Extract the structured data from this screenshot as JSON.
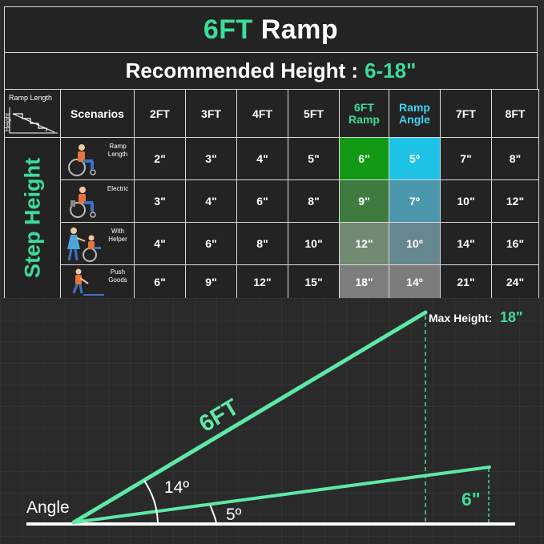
{
  "title": {
    "accent": "6FT",
    "rest": "Ramp"
  },
  "subtitle": {
    "label": "Recommended Height :",
    "value": "6-18\""
  },
  "corner": {
    "top": "Ramp Length",
    "side": "Height"
  },
  "step_label": "Step Height",
  "headers": {
    "scenarios": "Scenarios",
    "c2": "2FT",
    "c3": "3FT",
    "c4": "4FT",
    "c5": "5FT",
    "c6_line1": "6FT",
    "c6_line2": "Ramp",
    "ca_line1": "Ramp",
    "ca_line2": "Angle",
    "c7": "7FT",
    "c8": "8FT"
  },
  "rows": [
    {
      "icon": "wheelchair-user-icon",
      "label1": "Ramp",
      "label2": "Length",
      "v2": "2\"",
      "v3": "3\"",
      "v4": "4\"",
      "v5": "5\"",
      "v6": "6\"",
      "angle": "5º",
      "v7": "7\"",
      "v8": "8\""
    },
    {
      "icon": "electric-wheelchair-icon",
      "label1": "Electric",
      "label2": "",
      "v2": "3\"",
      "v3": "4\"",
      "v4": "6\"",
      "v5": "8\"",
      "v6": "9\"",
      "angle": "7º",
      "v7": "10\"",
      "v8": "12\""
    },
    {
      "icon": "wheelchair-with-helper-icon",
      "label1": "With",
      "label2": "Helper",
      "v2": "4\"",
      "v3": "6\"",
      "v4": "8\"",
      "v5": "10\"",
      "v6": "12\"",
      "angle": "10º",
      "v7": "14\"",
      "v8": "16\""
    },
    {
      "icon": "push-goods-icon",
      "label1": "Push",
      "label2": "Goods",
      "v2": "6\"",
      "v3": "9\"",
      "v4": "12\"",
      "v5": "15\"",
      "v6": "18\"",
      "angle": "14º",
      "v7": "21\"",
      "v8": "24\""
    }
  ],
  "diagram": {
    "ramp_label": "6FT",
    "angle_label": "Angle",
    "angle_high": "14º",
    "angle_low": "5º",
    "max_label": "Max Height:",
    "max_value": "18\"",
    "min_value": "6\""
  },
  "colors": {
    "accent_green": "#3ddc97",
    "accent_cyan": "#3fd3f0",
    "background": "#2a2a2a"
  }
}
